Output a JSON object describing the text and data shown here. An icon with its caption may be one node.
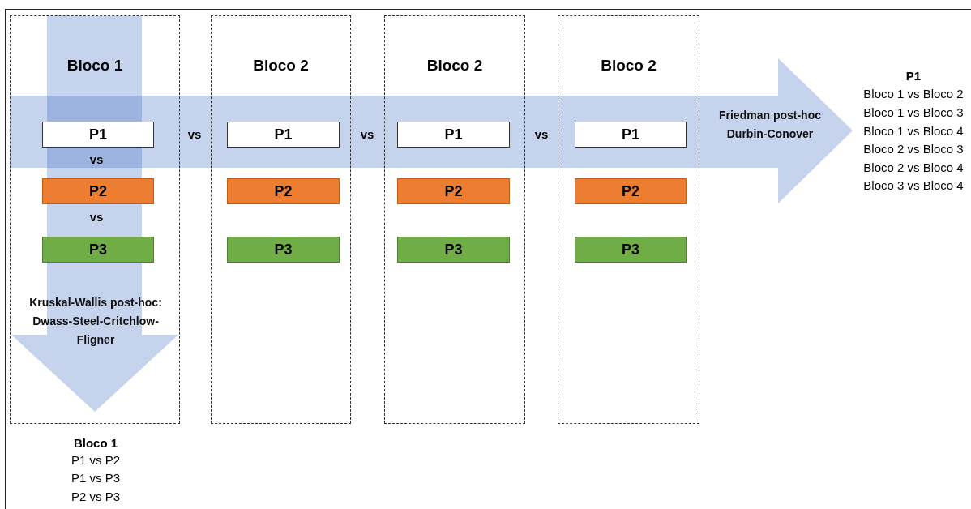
{
  "diagram": {
    "nodes": [
      {
        "text": [
          "Bloco 1"
        ]
      },
      {
        "text": [
          "P1"
        ],
        "in": 0
      },
      {
        "text": [
          "P2"
        ],
        "in": 0
      },
      {
        "text": [
          "P3"
        ],
        "in": 0
      },
      {
        "text": [
          "Bloco 2"
        ]
      },
      {
        "text": [
          "P1"
        ],
        "in": 4
      },
      {
        "text": [
          "P2"
        ],
        "in": 4
      },
      {
        "text": [
          "P3"
        ],
        "in": 4
      },
      {
        "text": [
          "Bloco 2"
        ]
      },
      {
        "text": [
          "P1"
        ],
        "in": 8
      },
      {
        "text": [
          "P2"
        ],
        "in": 8
      },
      {
        "text": [
          "P3"
        ],
        "in": 8
      },
      {
        "text": [
          "Bloco 2"
        ]
      },
      {
        "text": [
          "P1"
        ],
        "in": 12
      },
      {
        "text": [
          "P2"
        ],
        "in": 12
      },
      {
        "text": [
          "P3"
        ],
        "in": 12
      }
    ],
    "labels": [
      "P1",
      "Bloco 1 vs Bloco 2",
      "Bloco 1 vs Bloco 3",
      "Bloco 1 vs Bloco 4",
      "Bloco 2 vs Bloco 3",
      "Bloco 2 vs Bloco 4",
      "Bloco 3 vs Bloco 4",
      "vs",
      "vs",
      "vs",
      "vs",
      "vs",
      "Bloco 1",
      "P1 vs P2",
      "P1 vs P3",
      "P2 vs P3",
      "Friedman post-hoc Durbin-Conover",
      "Kruskal-Wallis post-hoc: Dwass-Steel-Critchlow-Fligner"
    ]
  }
}
